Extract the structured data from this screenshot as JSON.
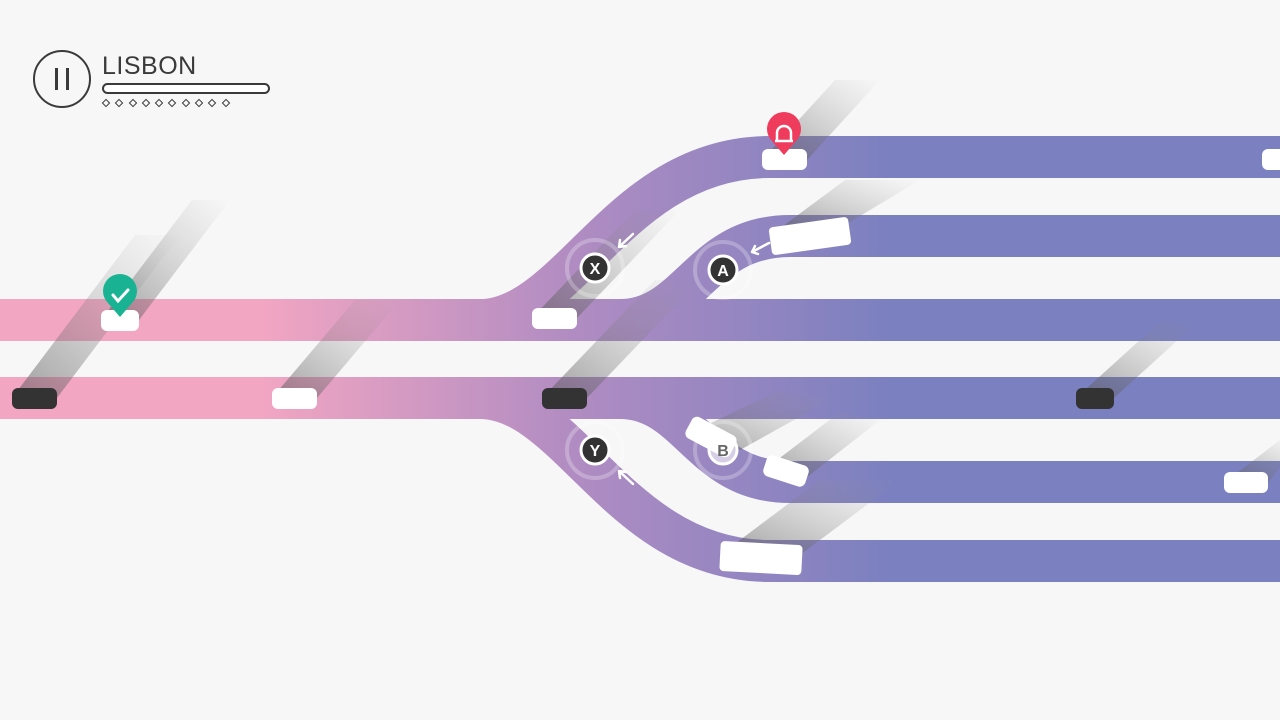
{
  "hud": {
    "city": "LISBON",
    "pause_icon": "pause-icon",
    "progress": 0,
    "stops": 10
  },
  "switches": [
    {
      "label": "X"
    },
    {
      "label": "A"
    },
    {
      "label": "Y"
    },
    {
      "label": "B"
    }
  ],
  "markers": {
    "done": "check-icon",
    "alert": "siren-icon"
  },
  "colors": {
    "track_start": "#f3a6c2",
    "track_end": "#7a80c0",
    "check": "#19b394",
    "alert": "#ef3b5c",
    "dark_car": "#333333",
    "text": "#3a3a3a"
  }
}
